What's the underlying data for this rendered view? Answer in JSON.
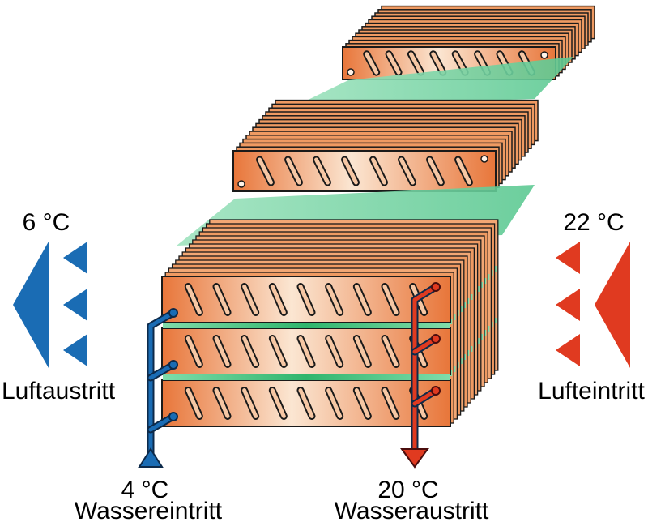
{
  "labels": {
    "air_out_temp": "6 °C",
    "air_out": "Luftaustritt",
    "air_in_temp": "22 °C",
    "air_in": "Lufteintritt",
    "water_in_temp": "4 °C",
    "water_in": "Wassereintritt",
    "water_out_temp": "20 °C",
    "water_out": "Wasseraustritt"
  },
  "colors": {
    "cold": "#1a6cb4",
    "warm": "#e03a20",
    "copper": "#e8773a",
    "copper_light": "#fbe3cf",
    "fin_green": "#3cbf78",
    "fin_green_light": "#9ee4bc"
  }
}
